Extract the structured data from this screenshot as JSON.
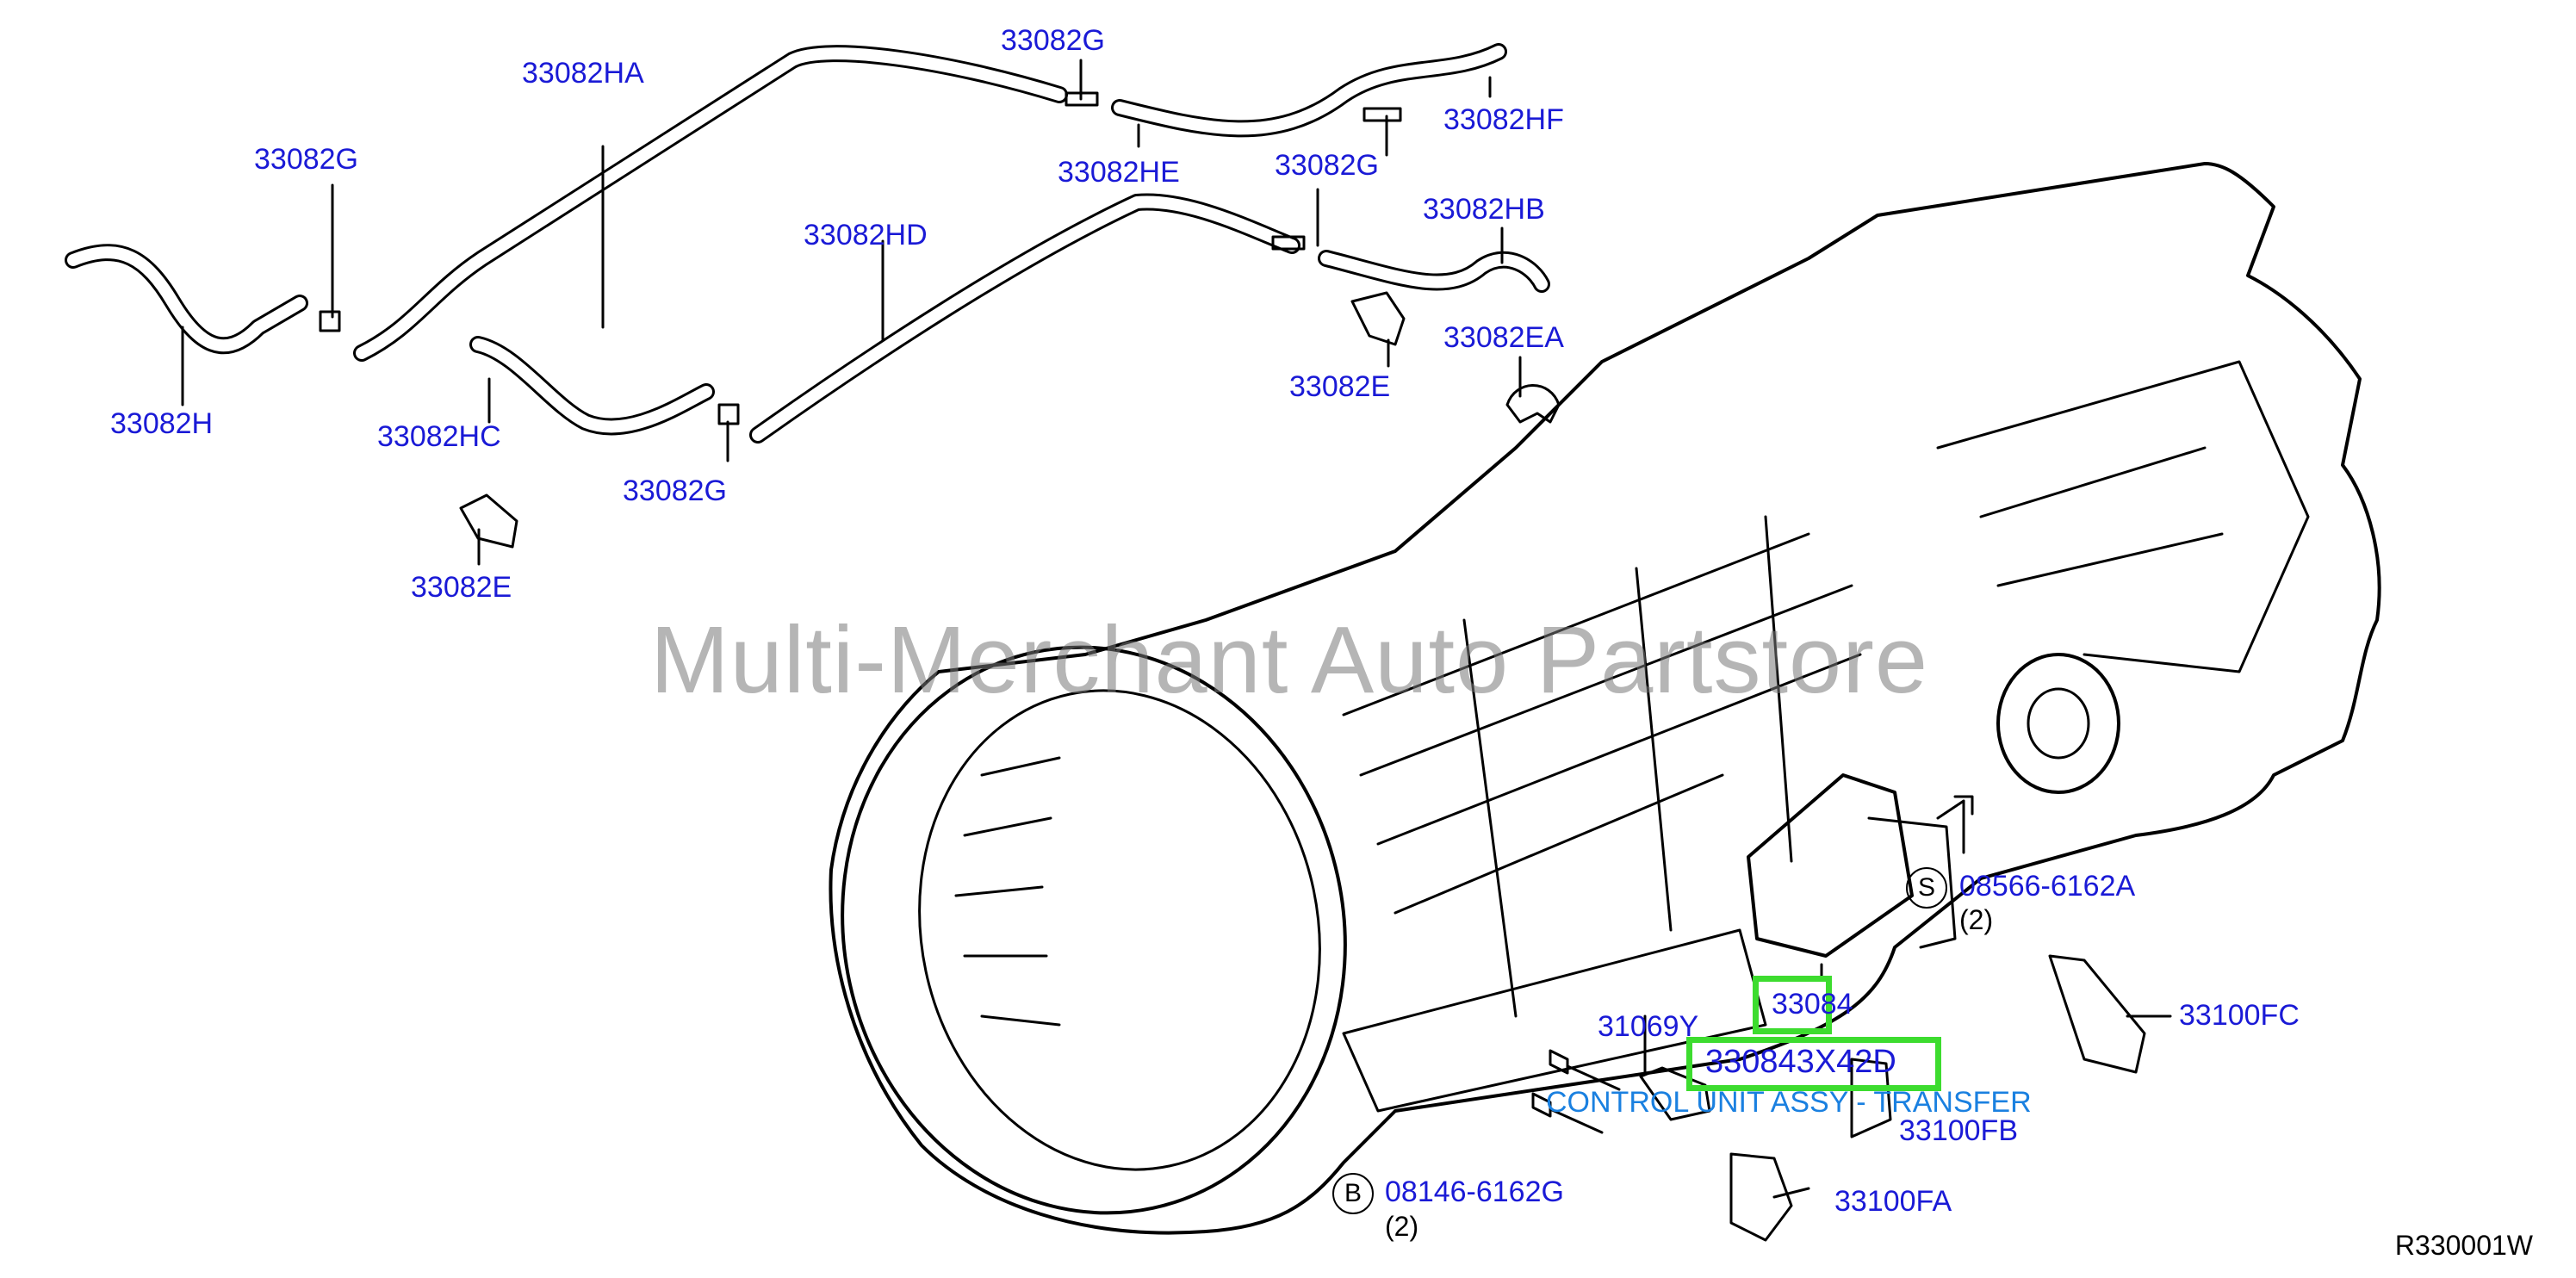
{
  "watermark": "Multi-Merchant Auto Partstore",
  "reference_code": "R330001W",
  "parts": {
    "h": "33082H",
    "ha": "33082HA",
    "g_left": "33082G",
    "g_top": "33082G",
    "hf": "33082HF",
    "he": "33082HE",
    "g_mid": "33082G",
    "hb": "33082HB",
    "hd": "33082HD",
    "e_right": "33082E",
    "ea": "33082EA",
    "hc": "33082HC",
    "g_low": "33082G",
    "e_left": "33082E",
    "bolt_s": "08566-6162A",
    "bolt_s_qty": "(2)",
    "bolt_b": "08146-6162G",
    "bolt_b_qty": "(2)",
    "fc": "33100FC",
    "fb": "33100FB",
    "fa": "33100FA",
    "y": "31069Y",
    "unit": "33084",
    "unit_partno": "330843X42D",
    "unit_desc": "CONTROL UNIT ASSY - TRANSFER"
  },
  "markers": {
    "s": "S",
    "b": "B"
  },
  "colors": {
    "label": "#1a1ad6",
    "highlight": "#3ddc2f",
    "desc": "#1a80e0"
  }
}
